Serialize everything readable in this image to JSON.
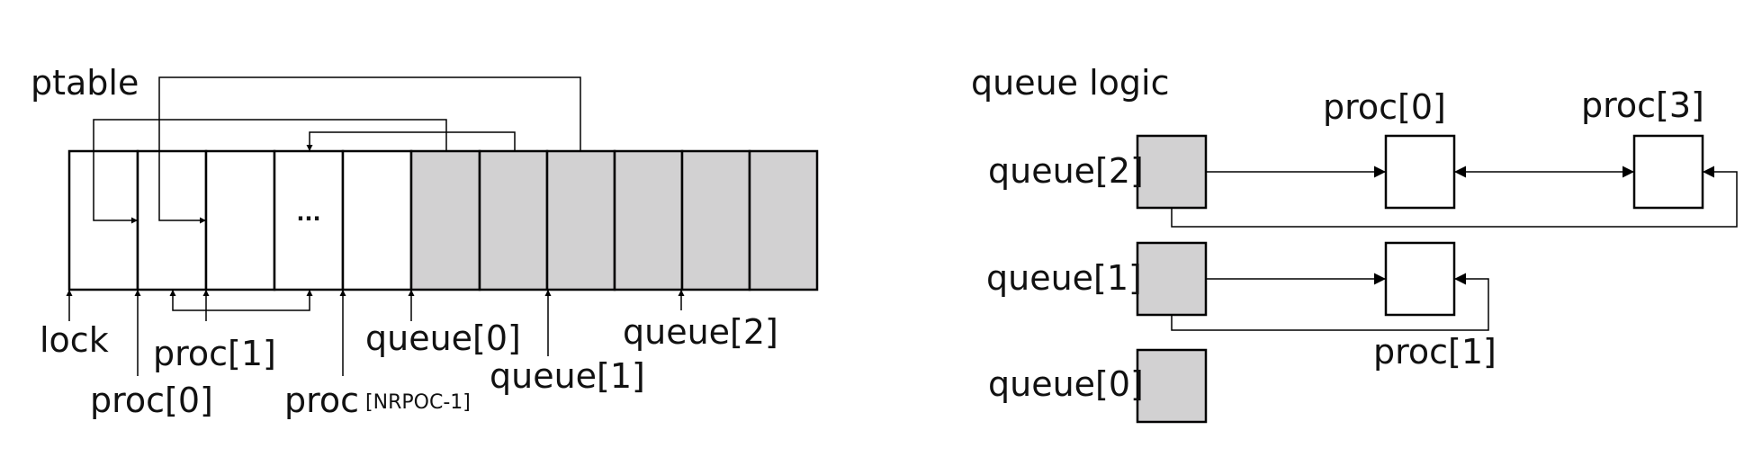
{
  "left": {
    "title": "ptable",
    "ellipsis": "...",
    "labels": {
      "lock": "lock",
      "proc0": "proc[0]",
      "proc1": "proc[1]",
      "proc_last": "proc",
      "proc_last_sub": "NRPOC-1",
      "proc_last_close": "]",
      "queue0": "queue[0]",
      "queue1": "queue[1]",
      "queue2": "queue[2]"
    }
  },
  "right": {
    "title": "queue logic",
    "queue2": "queue[2]",
    "queue1": "queue[1]",
    "queue0": "queue[0]",
    "proc0": "proc[0]",
    "proc3": "proc[3]",
    "proc1": "proc[1]"
  },
  "colors": {
    "filled": "#d2d1d2",
    "stroke": "#000000",
    "background": "#ffffff"
  }
}
